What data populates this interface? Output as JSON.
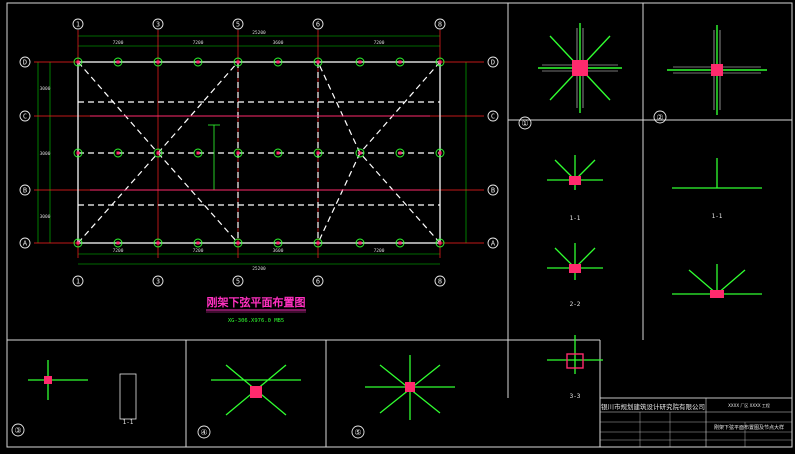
{
  "drawing": {
    "title": "刚架下弦平面布置图",
    "subtitle": "XG-306.X976.0  MB5",
    "background_color": "#000000",
    "colors": {
      "frame": "#e8e8e8",
      "axis_line": "#ff2020",
      "grid_dash": "#ffffff",
      "dimension": "#00d000",
      "member": "#30ff30",
      "highlight": "#ff2a6d",
      "label_yellow": "#ffff00",
      "magenta": "#ff30c0"
    }
  },
  "plan": {
    "column_axes": [
      "1",
      "3",
      "5",
      "6",
      "8"
    ],
    "row_axes": [
      "D",
      "C",
      "B",
      "A"
    ],
    "bay_dims": [
      "7200",
      "7200",
      "3600",
      "7200"
    ],
    "overall_dim": "25200",
    "row_dims": [
      "3000",
      "3000",
      "3000"
    ]
  },
  "details": {
    "labels": [
      "①",
      "②",
      "③",
      "④",
      "⑤",
      "1-1",
      "2-2",
      "3-3",
      "1-1"
    ]
  },
  "title_block": {
    "company": "银川市规划建筑设计研究院有限公司",
    "project_strip": "XXXX 厂区 XXXX 工程",
    "sheet_title": "刚架下弦平面布置图及节点大样"
  }
}
